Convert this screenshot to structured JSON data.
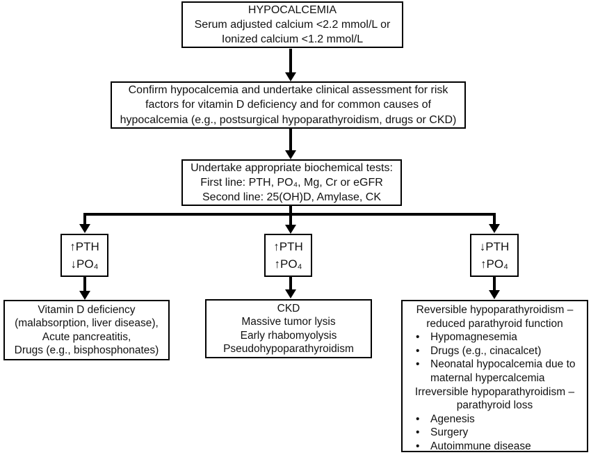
{
  "glyphs": {
    "bullet": "•"
  },
  "flowchart": {
    "colors": {
      "line": "#000000",
      "box_border": "#000000",
      "background": "#ffffff",
      "text": "#111111"
    },
    "title_box": {
      "lines": [
        "HYPOCALCEMIA",
        "Serum adjusted calcium <2.2 mmol/L or",
        "Ionized calcium <1.2 mmol/L"
      ]
    },
    "confirm_box": {
      "lines": [
        "Confirm hypocalcemia and undertake clinical assessment for risk",
        "factors for vitamin D deficiency and for common causes of",
        "hypocalcemia (e.g., postsurgical hypoparathyroidism, drugs or CKD)"
      ]
    },
    "tests_box": {
      "lines": [
        "Undertake appropriate biochemical tests:",
        "First line: PTH, PO₄, Mg, Cr or eGFR",
        "Second line: 25(OH)D, Amylase, CK"
      ]
    },
    "branch_left_box": {
      "lines": [
        "↑PTH",
        "↓PO₄"
      ]
    },
    "branch_middle_box": {
      "lines": [
        "↑PTH",
        "↑PO₄"
      ]
    },
    "branch_right_box": {
      "lines": [
        "↓PTH",
        "↑PO₄"
      ]
    },
    "outcome_left_box": {
      "lines": [
        "Vitamin D deficiency",
        "(malabsorption, liver disease),",
        "Acute pancreatitis,",
        "Drugs (e.g., bisphosphonates)"
      ]
    },
    "outcome_middle_box": {
      "lines": [
        "CKD",
        "Massive tumor lysis",
        "Early rhabomyolysis",
        "Pseudohypoparathyroidism"
      ]
    },
    "outcome_right_box": {
      "reversible_header": [
        "Reversible hypoparathyroidism –",
        "reduced parathyroid function"
      ],
      "reversible_bullets": [
        "Hypomagnesemia",
        "Drugs (e.g., cinacalcet)",
        "Neonatal hypocalcemia due to maternal hypercalcemia"
      ],
      "irreversible_header": [
        "Irreversible hypoparathyroidism –",
        "parathyroid loss"
      ],
      "irreversible_bullets": [
        "Agenesis",
        "Surgery",
        "Autoimmune disease"
      ]
    }
  }
}
